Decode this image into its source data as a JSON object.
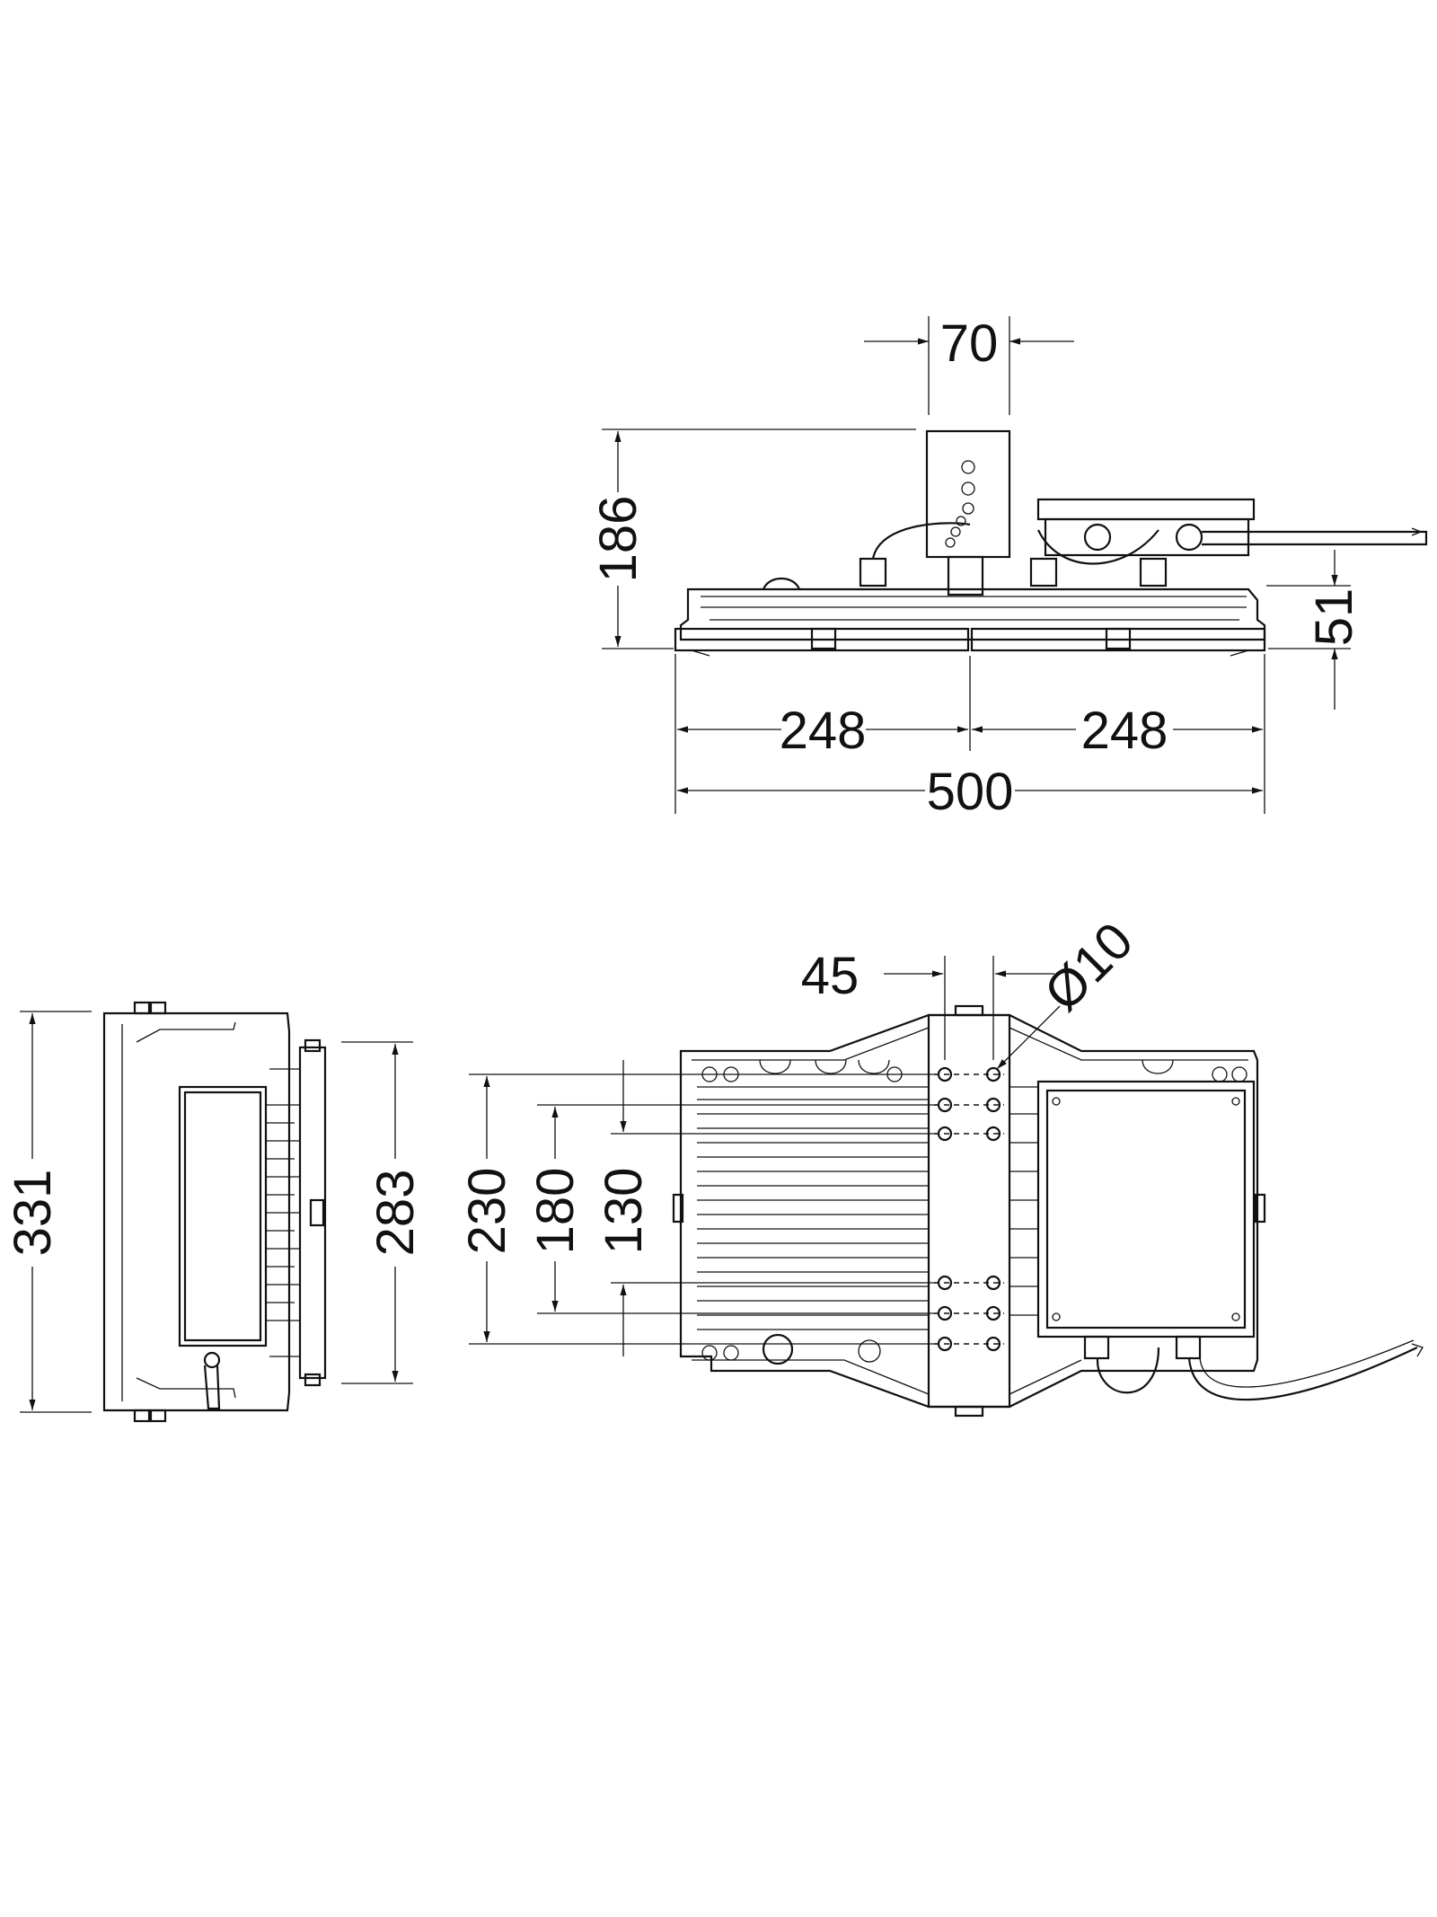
{
  "dimensions": {
    "front_view": {
      "bracket_width": "70",
      "total_height": "186",
      "base_height": "51",
      "left_half": "248",
      "right_half": "248",
      "total_width": "500"
    },
    "side_view": {
      "overall_depth": "331",
      "body_depth": "283"
    },
    "bottom_view": {
      "hole_spacing": "45",
      "hole_diameter": "Ø10",
      "pattern_outer": "230",
      "pattern_middle": "180",
      "pattern_inner": "130"
    }
  },
  "colors": {
    "line": "#111111",
    "background": "#ffffff"
  }
}
